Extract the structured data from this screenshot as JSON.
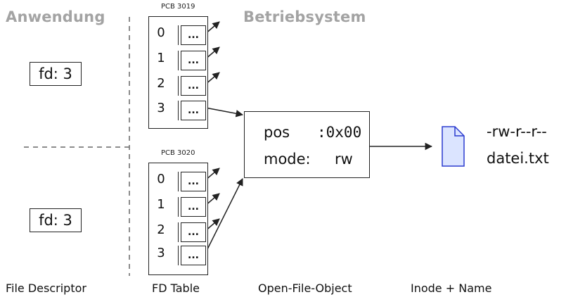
{
  "headers": {
    "left": "Anwendung",
    "right": "Betriebsystem"
  },
  "fd_boxes": [
    {
      "label": "fd: 3"
    },
    {
      "label": "fd: 3"
    }
  ],
  "pcbs": [
    {
      "label": "PCB 3019",
      "rows": [
        {
          "idx": "0",
          "cell": "..."
        },
        {
          "idx": "1",
          "cell": "..."
        },
        {
          "idx": "2",
          "cell": "..."
        },
        {
          "idx": "3",
          "cell": "..."
        }
      ]
    },
    {
      "label": "PCB 3020",
      "rows": [
        {
          "idx": "0",
          "cell": "..."
        },
        {
          "idx": "1",
          "cell": "..."
        },
        {
          "idx": "2",
          "cell": "..."
        },
        {
          "idx": "3",
          "cell": "..."
        }
      ]
    }
  ],
  "open_file_object": {
    "pos_label": "pos",
    "pos_value": ":0x00",
    "mode_label": "mode:",
    "mode_value": "rw"
  },
  "inode": {
    "permissions": "-rw-r--r--",
    "filename": "datei.txt",
    "icon": "file-icon"
  },
  "footer": {
    "col1": "File Descriptor",
    "col2": "FD Table",
    "col3": "Open-File-Object",
    "col4": "Inode + Name"
  },
  "colors": {
    "header": "#a3a3a3",
    "line": "#222222",
    "file_icon_fill": "#dbe4ff",
    "file_icon_stroke": "#2b3bcf"
  }
}
